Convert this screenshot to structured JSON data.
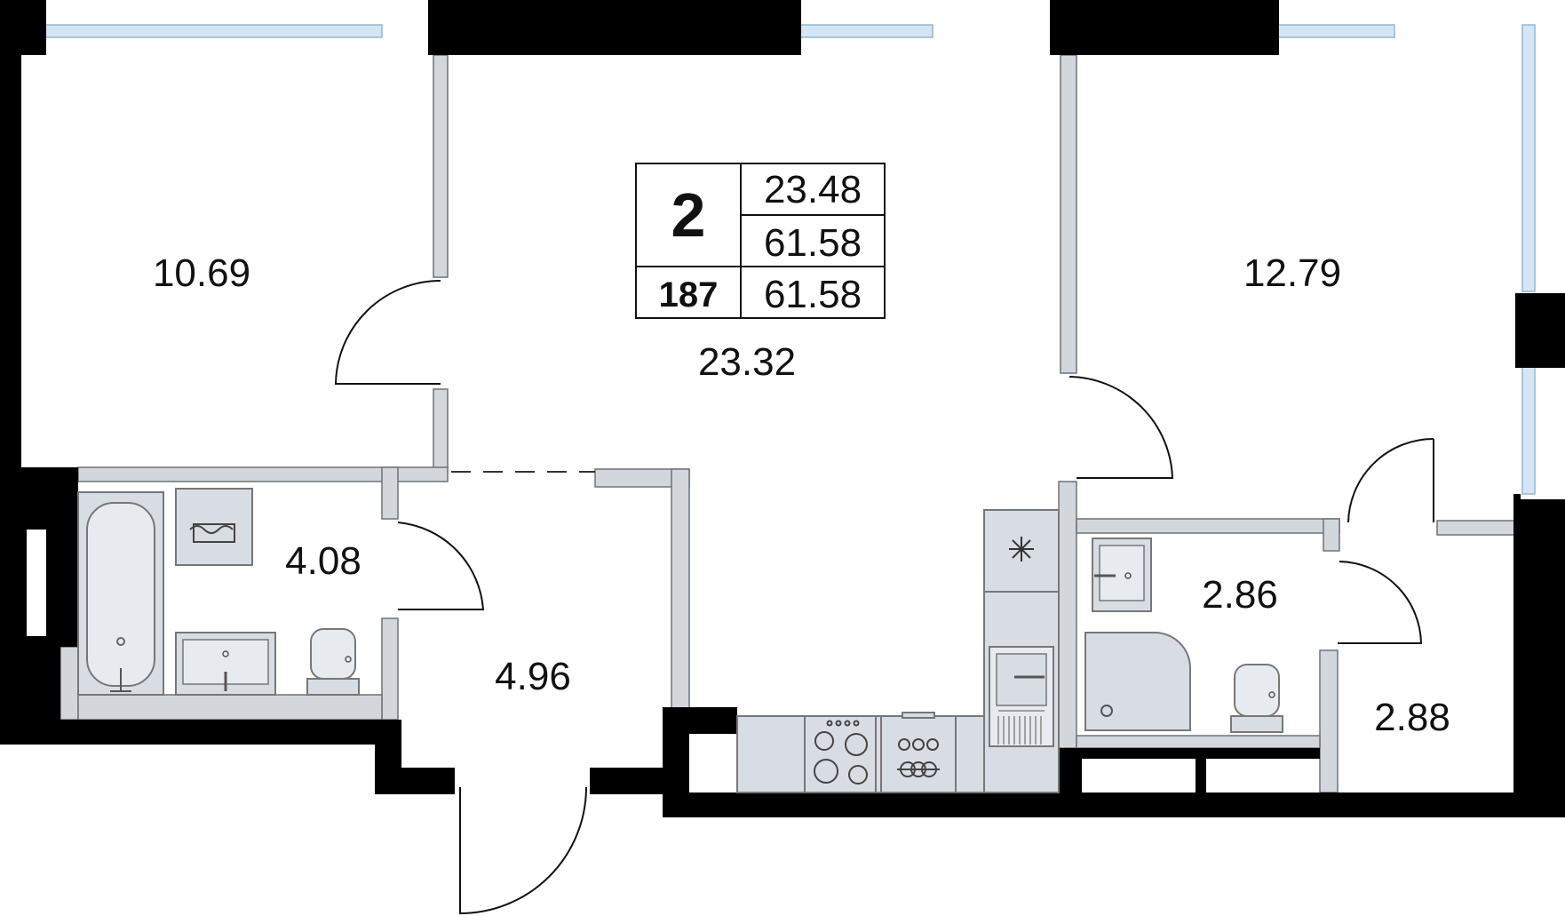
{
  "info_table": {
    "rooms": "2",
    "apartment_number": "187",
    "living_area": "23.48",
    "total_area": "61.58",
    "total_area_alt": "61.58"
  },
  "rooms": {
    "bedroom_left": "10.69",
    "living_room": "23.32",
    "bedroom_right": "12.79",
    "bathroom": "4.08",
    "hallway": "4.96",
    "shower_room": "2.86",
    "storage": "2.88"
  },
  "colors": {
    "wall": "#000000",
    "partition": "#cfd3d9",
    "fixture": "#d8dde4",
    "window": "#cfe3f2"
  },
  "icons": [
    "bathtub-icon",
    "washing-machine-icon",
    "sink-icon",
    "toilet-icon",
    "fridge-icon",
    "snowflake-icon",
    "kitchen-sink-icon",
    "dishwasher-icon",
    "stove-icon",
    "oven-icon",
    "shower-icon"
  ]
}
